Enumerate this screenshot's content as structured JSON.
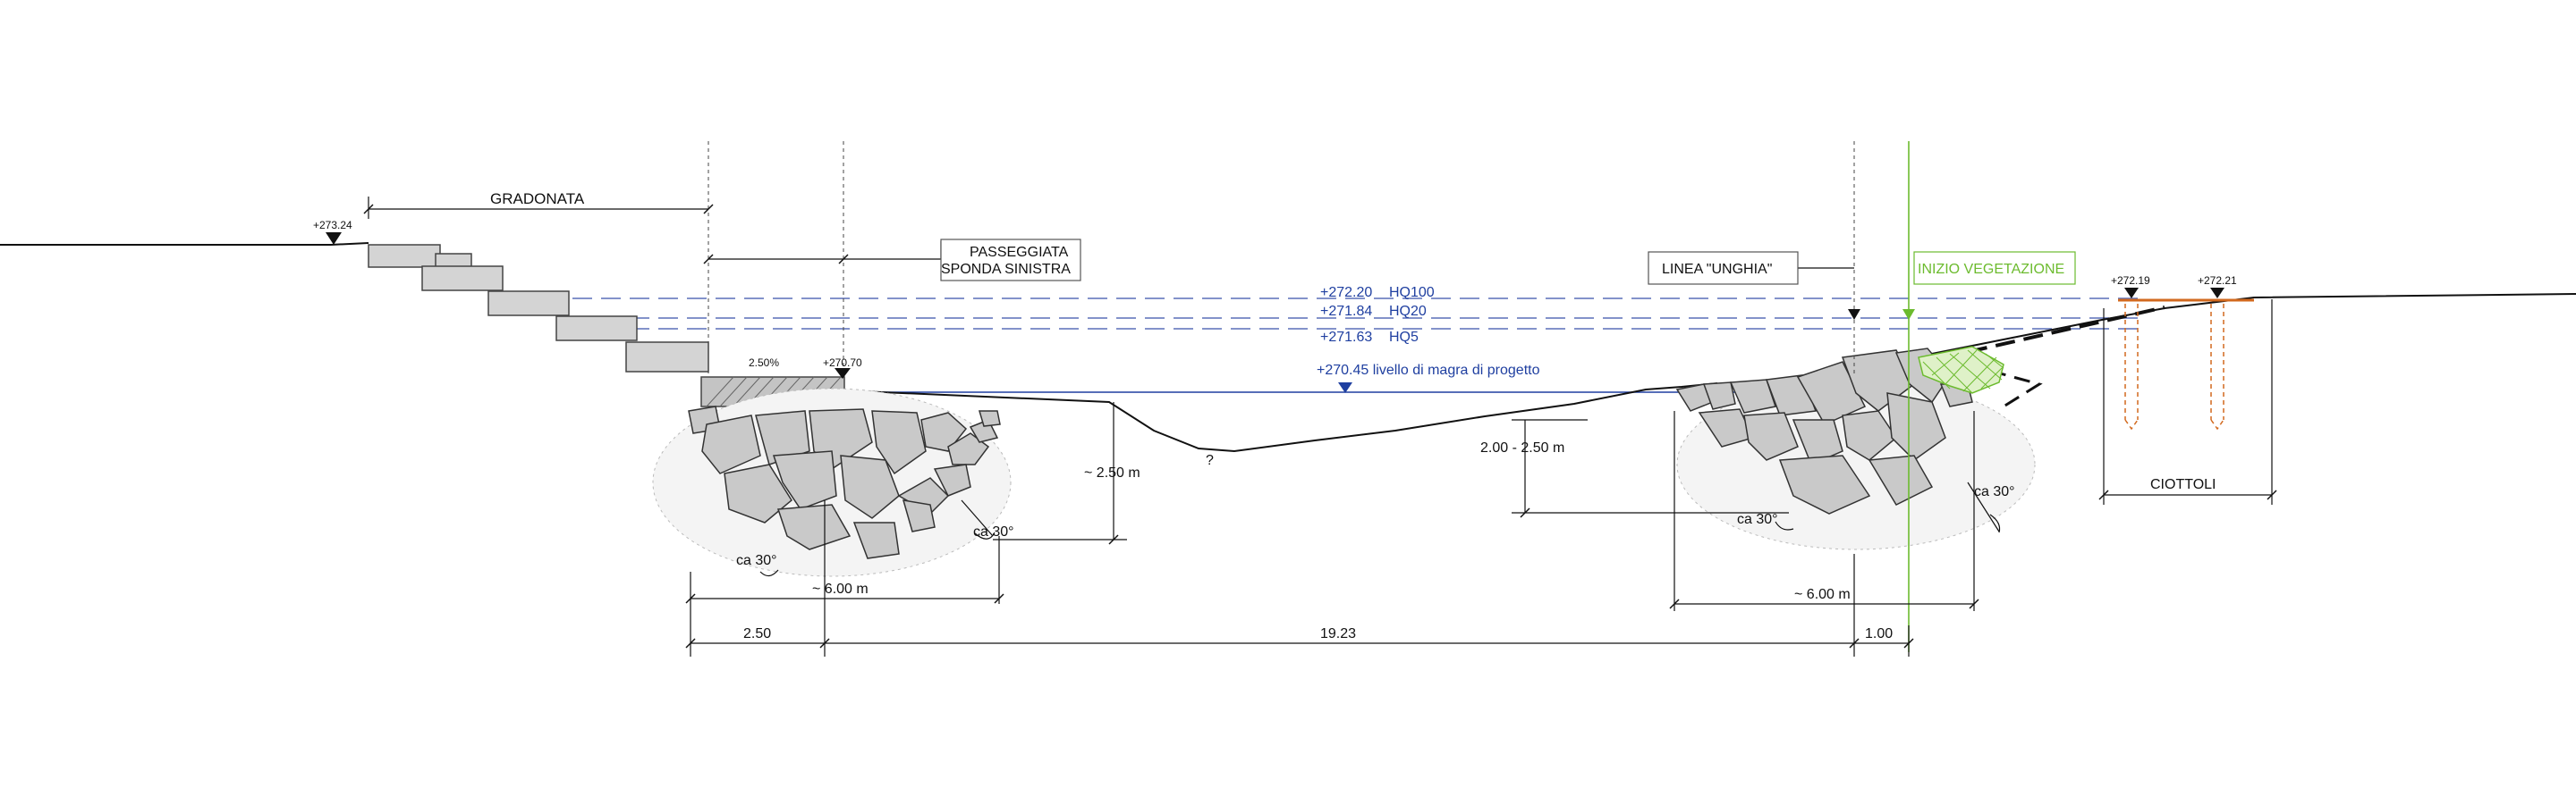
{
  "labels": {
    "gradonata": "GRADONATA",
    "elev_left": "+273.24",
    "passeggiata_line1": "PASSEGGIATA",
    "passeggiata_line2": "SPONDA SINISTRA",
    "linea_unghia": "LINEA \"UNGHIA\"",
    "inizio_vegetazione": "INIZIO VEGETAZIONE",
    "elev_hq100": "+272.20",
    "name_hq100": "HQ100",
    "elev_hq20": "+271.84",
    "name_hq20": "HQ20",
    "elev_hq5": "+271.63",
    "name_hq5": "HQ5",
    "slope": "2.50%",
    "elev_walk": "+270.70",
    "magra": "+270.45 livello di magra di progetto",
    "elev_right1": "+272.19",
    "elev_right2": "+272.21",
    "ciottoli": "CIOTTOLI",
    "depth_left": "~ 2.50 m",
    "depth_right": "2.00 - 2.50 m",
    "question": "?",
    "angle_left_a": "ca 30°",
    "angle_left_b": "ca 30°",
    "angle_right_a": "ca 30°",
    "angle_right_b": "ca 30°",
    "width_left": "~ 6.00 m",
    "width_right": "~ 6.00 m",
    "dim_a": "2.50",
    "dim_b": "19.23",
    "dim_c": "1.00"
  },
  "colors": {
    "water_line": "#5a6fb8",
    "magra_line": "#1f3fa0",
    "vegetation": "#6cbb2e",
    "rock_fill": "#c9c9c9",
    "pile_color": "#d2691e"
  }
}
